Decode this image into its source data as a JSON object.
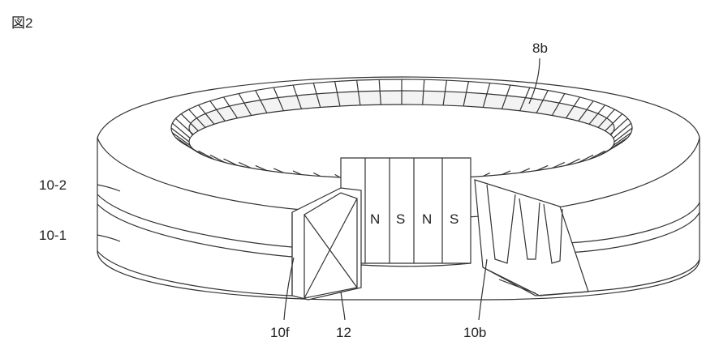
{
  "figure": {
    "label": "図2",
    "callouts": {
      "magnet_ring": "8b",
      "upper_core": "10-2",
      "lower_core": "10-1",
      "gap_left": "10f",
      "coil": "12",
      "gap_right": "10b"
    },
    "poles": [
      "N",
      "S",
      "N",
      "S"
    ]
  }
}
